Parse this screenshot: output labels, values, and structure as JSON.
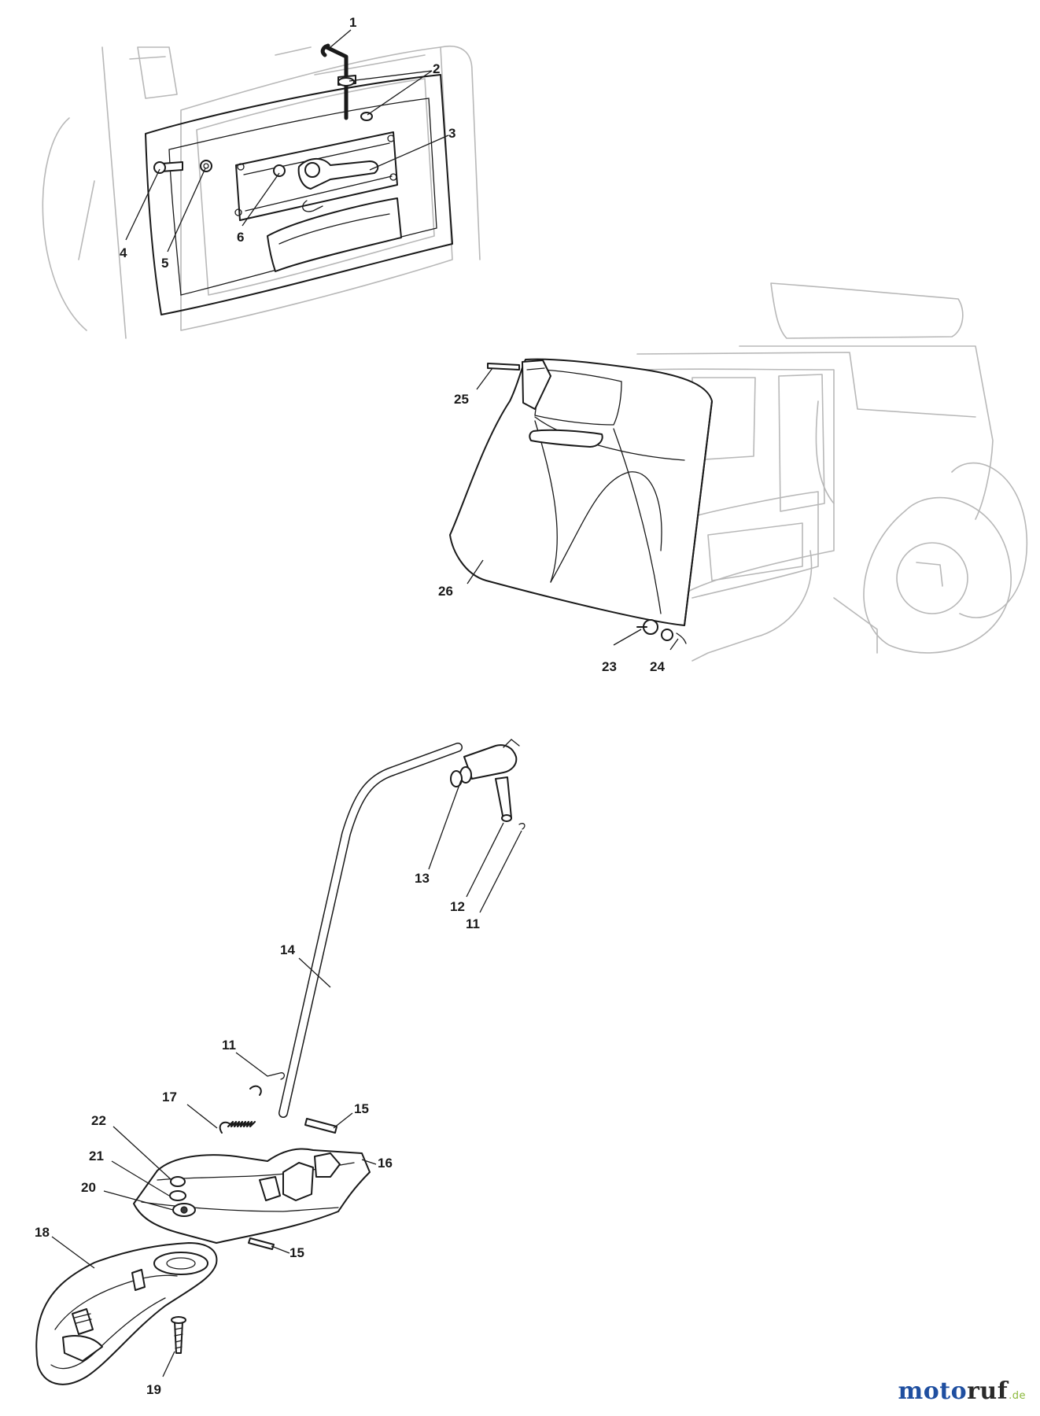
{
  "callouts": {
    "c1": "1",
    "c2": "2",
    "c3": "3",
    "c4": "4",
    "c5": "5",
    "c6": "6",
    "c11a": "11",
    "c11b": "11",
    "c12": "12",
    "c13": "13",
    "c14": "14",
    "c15a": "15",
    "c15b": "15",
    "c16": "16",
    "c17": "17",
    "c18": "18",
    "c19": "19",
    "c20": "20",
    "c21": "21",
    "c22": "22",
    "c23": "23",
    "c24": "24",
    "c25": "25",
    "c26": "26"
  },
  "watermark": {
    "part1": "moto",
    "part2": "ruf",
    "part3": ".de"
  },
  "colors": {
    "line": "#1a1a1a",
    "ghost": "#b8b8b8",
    "logo_blue": "#1f4fa0",
    "logo_green": "#8ab83a"
  }
}
